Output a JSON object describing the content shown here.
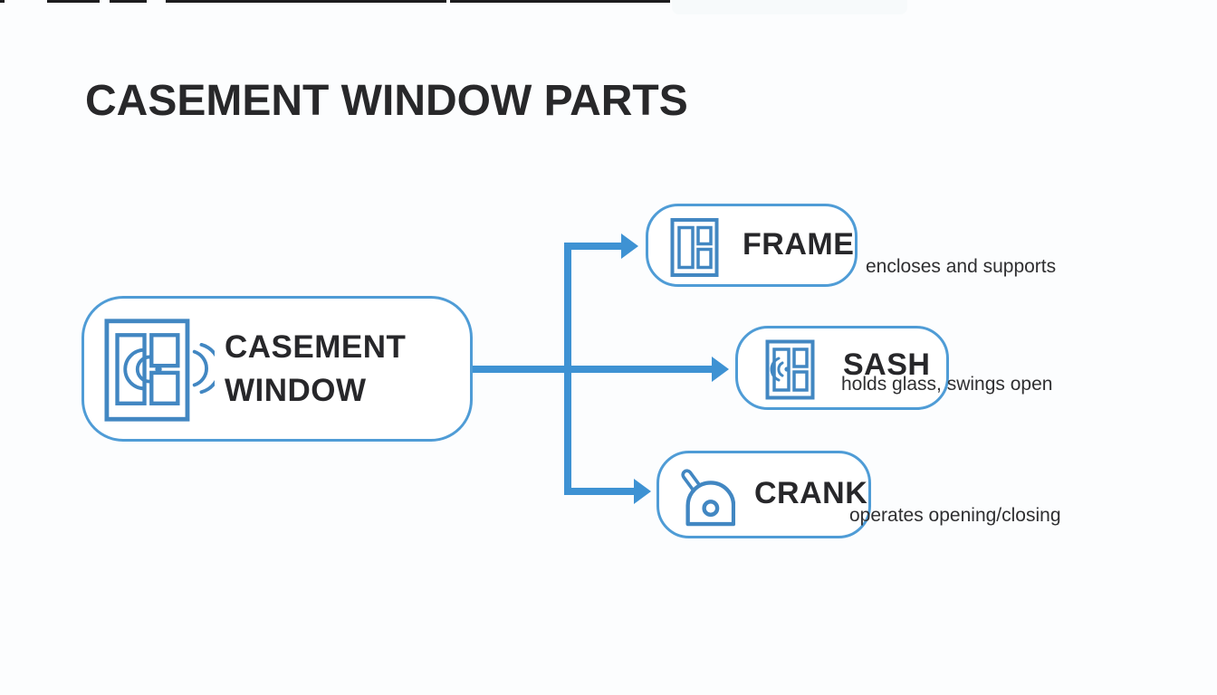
{
  "title": "CASEMENT WINDOW PARTS",
  "root": {
    "label": "CASEMENT WINDOW",
    "icon": "casement-window-icon"
  },
  "nodes": [
    {
      "label": "FRAME",
      "description": "encloses and supports",
      "icon": "frame-icon"
    },
    {
      "label": "SASH",
      "description": "holds glass, swings open",
      "icon": "sash-icon"
    },
    {
      "label": "CRANK",
      "description": "operates opening/closing",
      "icon": "crank-icon"
    }
  ],
  "colors": {
    "connector": "#3e92d3",
    "node_border": "#4f9cd6",
    "icon_stroke": "#4287c2",
    "heading_text": "#28282a",
    "description_text": "#2f2f31",
    "background": "#fcfdfe"
  }
}
